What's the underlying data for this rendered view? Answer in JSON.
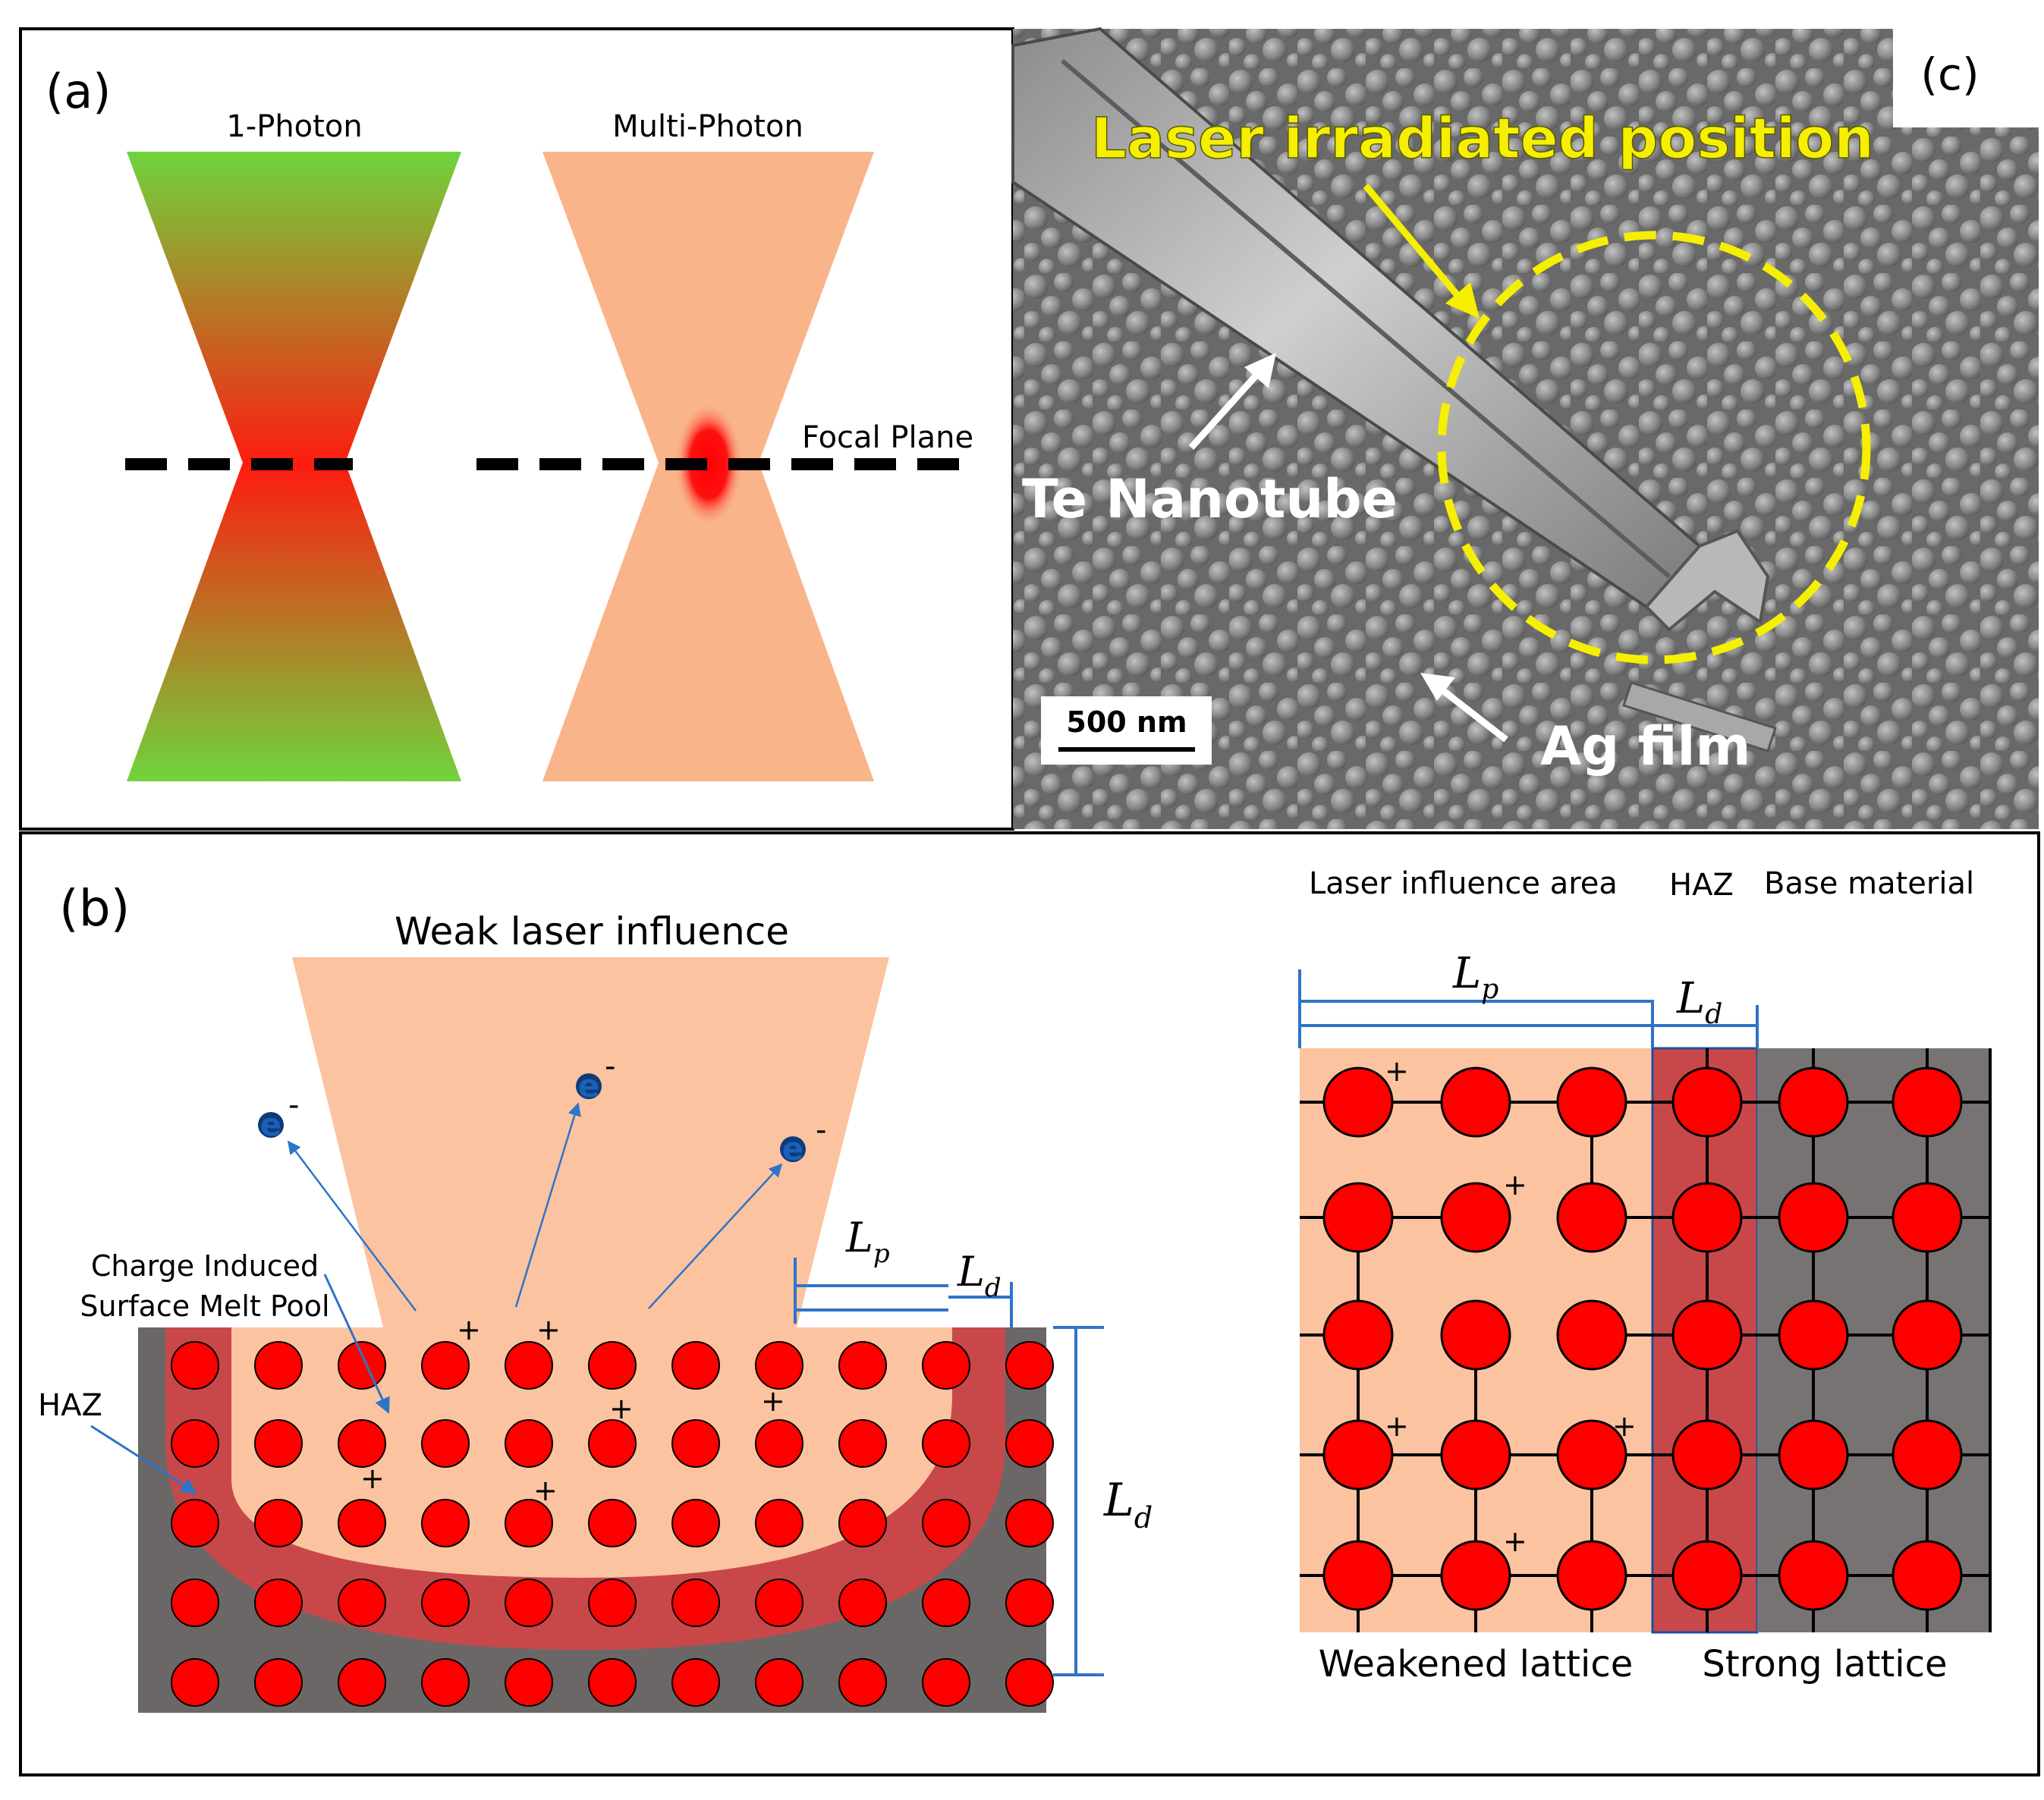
{
  "panel_a": {
    "label": "(a)",
    "one_photon_title": "1-Photon",
    "multi_photon_title": "Multi-Photon",
    "focal_plane_label": "Focal Plane"
  },
  "panel_b": {
    "label": "(b)",
    "weak_laser_label": "Weak laser influence",
    "electron_symbol": "e",
    "electron_superscript": "-",
    "melt_pool_label_line1": "Charge Induced",
    "melt_pool_label_line2": "Surface Melt Pool",
    "haz_label": "HAZ",
    "lp_symbol": "L",
    "lp_subscript": "p",
    "ld_symbol": "L",
    "ld_subscript": "d",
    "plus_symbol": "+",
    "lattice": {
      "header_laser_area": "Laser influence area",
      "header_haz": "HAZ",
      "header_base": "Base material",
      "weakened_label": "Weakened lattice",
      "strong_label": "Strong lattice"
    }
  },
  "panel_c": {
    "label": "(c)",
    "title": "Laser irradiated position",
    "nanotube_label": "Te Nanotube",
    "film_label": "Ag film",
    "scale_bar_label": "500 nm"
  },
  "colors": {
    "green": "#6fd43c",
    "red": "#ff1a10",
    "peach": "#fcc3a0",
    "peach_beam": "#fab48a",
    "haz": "#c8484a",
    "substrate": "#6b6767",
    "lattice_gray": "#777373",
    "dimension_blue": "#2e74c8",
    "highlight_yellow": "#f6f000"
  }
}
